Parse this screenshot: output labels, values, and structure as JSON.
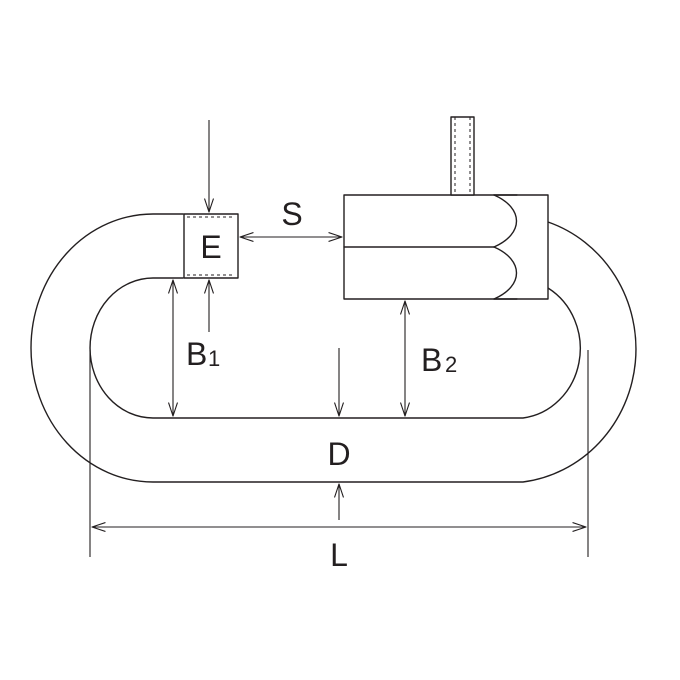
{
  "labels": {
    "E": "E",
    "S": "S",
    "B1_main": "B",
    "B1_sub": "1",
    "B2_main": "B",
    "B2_sub": "2",
    "D": "D",
    "L": "L"
  },
  "colors": {
    "line": "#231f20",
    "background": "#ffffff"
  }
}
